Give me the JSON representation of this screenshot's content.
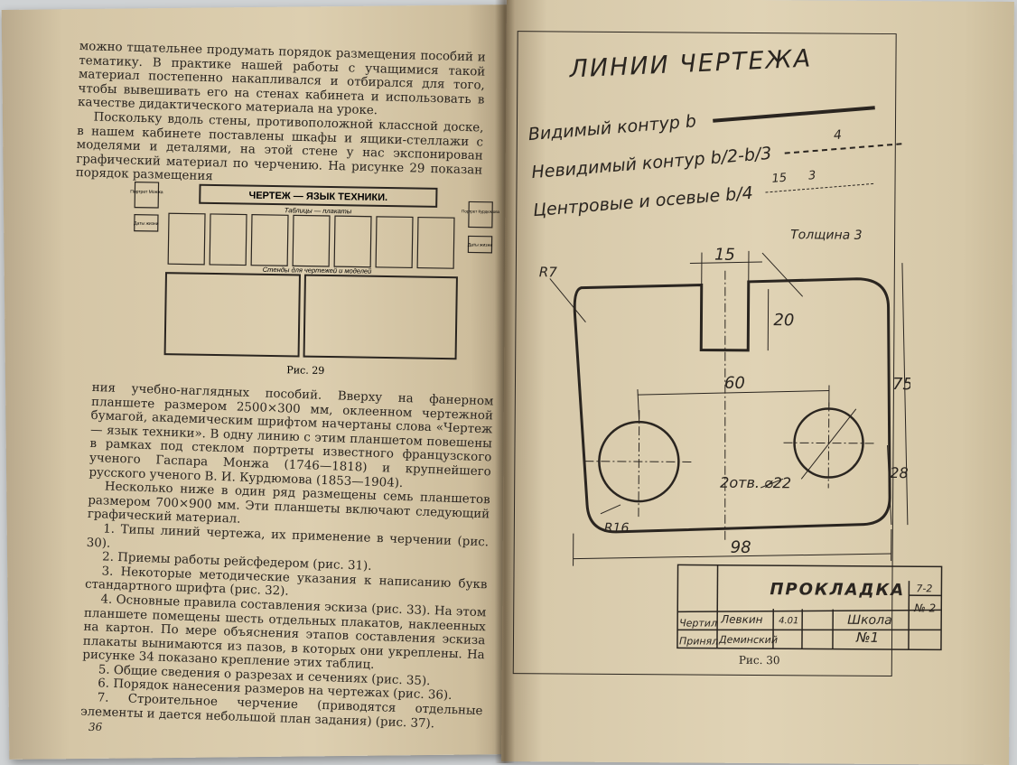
{
  "left_page": {
    "top_paragraphs": [
      "можно тщательнее продумать порядок размещения пособий и тематику. В практике нашей работы с учащимися такой материал постепенно накапливался и отбирался для того, чтобы вывешивать его на стенах кабинета и использовать в качестве дидактического материала на уроке.",
      "Поскольку вдоль стены, противоположной классной доске, в нашем кабинете поставлены шкафы и ящики-стеллажи с моделями и деталями, на этой стене у нас экспонирован графический материал по черчению. На рисунке 29 показан порядок размещения"
    ],
    "figure29": {
      "banner": "ЧЕРТЕЖ — ЯЗЫК ТЕХНИКИ.",
      "row1_label": "Таблицы — плакаты",
      "row2_label": "Стенды для чертежей и моделей",
      "left_label_top": "Портрет Монжа",
      "left_label_bottom": "Даты жизни",
      "right_label_top": "Портрет Курдюмова",
      "right_label_bottom": "Даты жизни",
      "caption": "Рис. 29"
    },
    "bottom_paragraphs": [
      "ния учебно-наглядных пособий. Вверху на фанерном планшете размером 2500×300 мм, оклеенном чертежной бумагой, академическим шрифтом начертаны слова «Чертеж — язык техники». В одну линию с этим планшетом повешены в рамках под стеклом портреты известного французского ученого Гаспара Монжа (1746—1818) и крупнейшего русского ученого В. И. Курдюмова (1853—1904).",
      "Несколько ниже в один ряд размещены семь планшетов размером 700×900 мм. Эти планшеты включают следующий графический материал.",
      "1. Типы линий чертежа, их применение в черчении (рис. 30).",
      "2. Приемы работы рейсфедером (рис. 31).",
      "3. Некоторые методические указания к написанию букв стандартного шрифта (рис. 32).",
      "4. Основные правила составления эскиза (рис. 33). На этом планшете помещены шесть отдельных плакатов, наклеенных на картон. По мере объяснения этапов составления эскиза плакаты вынимаются из пазов, в которых они укреплены. На рисунке 34 показано крепление этих таблиц.",
      "5. Общие сведения о разрезах и сечениях (рис. 35).",
      "6. Порядок нанесения размеров на чертежах (рис. 36).",
      "7. Строительное черчение (приводятся отдельные элементы и дается небольшой план задания) (рис. 37)."
    ],
    "page_number": "36"
  },
  "right_page": {
    "title": "ЛИНИИ ЧЕРТЕЖА",
    "line_types": [
      {
        "label": "Видимый контур b",
        "dim": ""
      },
      {
        "label": "Невидимый контур b/2-b/3",
        "dim": "4"
      },
      {
        "label": "Центровые и осевые b/4",
        "dim": "15",
        "dim2": "3"
      }
    ],
    "drawing": {
      "thickness_label": "Толщина 3",
      "dims": {
        "slot_width": "15",
        "slot_depth": "20",
        "holes_spacing": "60",
        "height": "75",
        "hole_center_height": "28",
        "width": "98",
        "corner_top": "R7",
        "corner_bottom": "R16",
        "holes": "2отв. ⌀22"
      }
    },
    "title_block": {
      "name": "ПРОКЛАДКА",
      "row1_role": "Чертил",
      "row1_name": "Левкин",
      "row1_date": "4.01",
      "row2_role": "Принял",
      "row2_name": "Деминский",
      "school": "Школа",
      "school_no": "№1",
      "class": "7-2",
      "sheet": "№ 2"
    },
    "caption": "Рис. 30"
  }
}
